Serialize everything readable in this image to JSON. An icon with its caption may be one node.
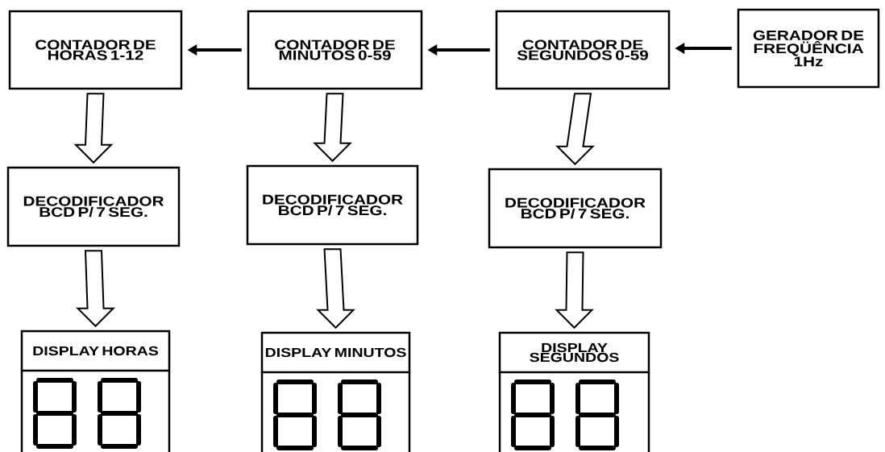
{
  "diagram": {
    "nodes": [
      {
        "text": [
          "CONTADOR DE HORAS 1-12"
        ]
      },
      {
        "text": [
          "CONTADOR DE MINUTOS 0-59"
        ]
      },
      {
        "text": [
          "CONTADOR DE SEGUNDOS 0-59"
        ]
      },
      {
        "text": [
          "GERADOR DE FREQÜÊNCIA 1Hz"
        ]
      },
      {
        "text": [
          "DECODIFICADOR BCD P/ 7 SEG."
        ]
      },
      {
        "text": [
          "DECODIFICADOR BCD P/ 7 SEG."
        ]
      },
      {
        "text": [
          "DECODIFICADOR BCD P/ 7 SEG."
        ]
      },
      {
        "text": [
          "DISPLAY HORAS"
        ]
      },
      {
        "text": [
          "DISPLAY MINUTOS"
        ]
      },
      {
        "text": [
          "DISPLAY SEGUNDOS"
        ]
      }
    ],
    "edges": [
      {
        "from": 3,
        "to": 2,
        "arrow": "to"
      },
      {
        "from": 2,
        "to": 1,
        "arrow": "to"
      },
      {
        "from": 1,
        "to": 0,
        "arrow": "to"
      },
      {
        "from": 0,
        "to": 4,
        "arrow": "to"
      },
      {
        "from": 1,
        "to": 5,
        "arrow": "to"
      },
      {
        "from": 2,
        "to": 6,
        "arrow": "to"
      },
      {
        "from": 4,
        "to": 7,
        "arrow": "to"
      },
      {
        "from": 5,
        "to": 8,
        "arrow": "to"
      },
      {
        "from": 6,
        "to": 9,
        "arrow": "to"
      }
    ]
  }
}
